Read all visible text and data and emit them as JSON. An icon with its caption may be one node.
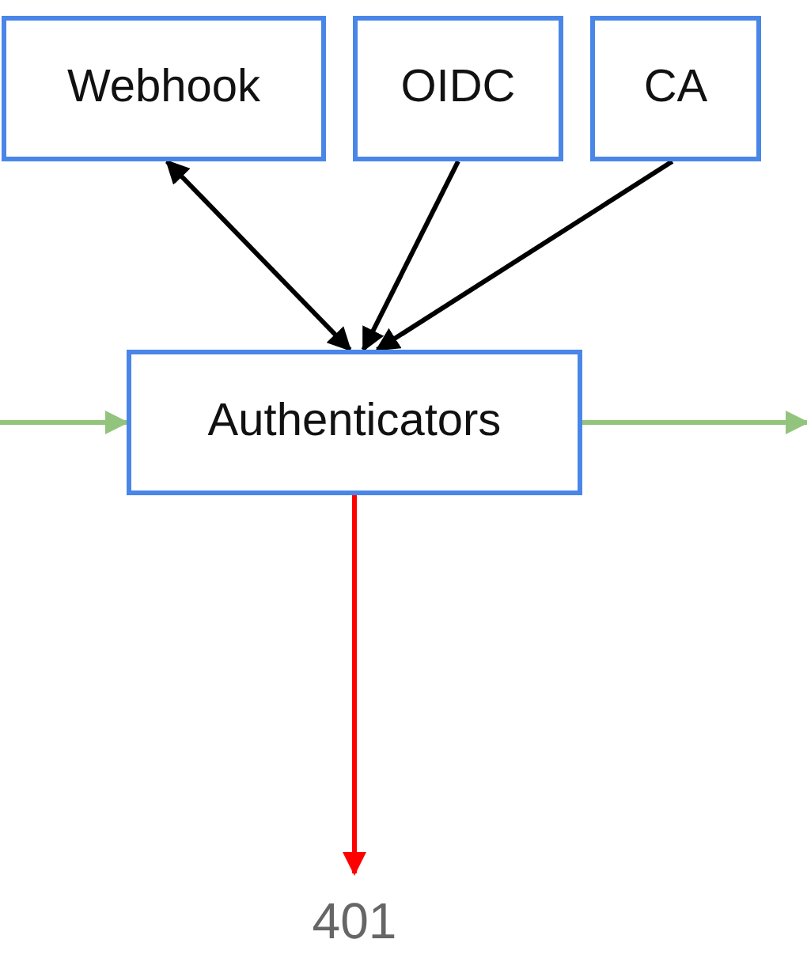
{
  "diagram": {
    "nodes": [
      {
        "text": [
          "Webhook"
        ]
      },
      {
        "text": [
          "OIDC"
        ]
      },
      {
        "text": [
          "CA"
        ]
      },
      {
        "text": [
          "Authenticators"
        ]
      },
      {
        "text": [
          "401"
        ]
      }
    ],
    "edges": [
      {
        "from": 0,
        "to": 3,
        "arrow": "both"
      },
      {
        "from": 1,
        "to": 3,
        "arrow": "to"
      },
      {
        "from": 2,
        "to": 3,
        "arrow": "to"
      },
      {
        "from": null,
        "to": 3,
        "arrow": "to",
        "color": "#93c47d"
      },
      {
        "from": 3,
        "to": null,
        "arrow": "to",
        "color": "#93c47d"
      },
      {
        "from": 3,
        "to": 4,
        "arrow": "to",
        "color": "#ff0000"
      }
    ]
  }
}
